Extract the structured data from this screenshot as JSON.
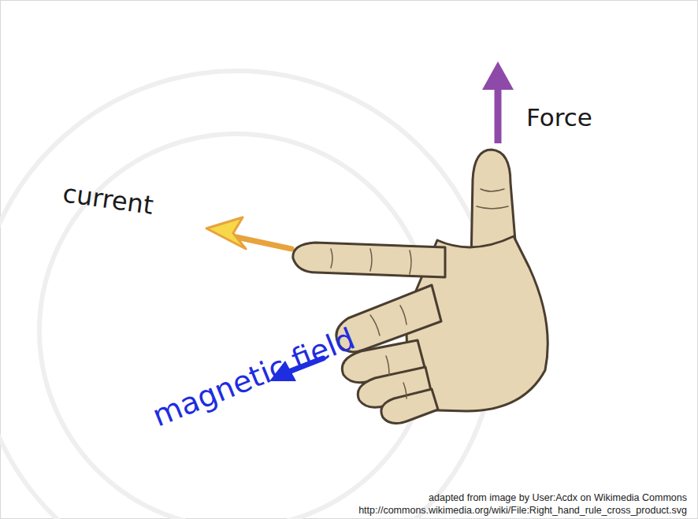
{
  "diagram": {
    "labels": [
      "Force",
      "current",
      "magnetic field",
      "adapted from image by User:Acdx on Wikimedia Commons",
      "http://commons.wikimedia.org/wiki/File:Right_hand_rule_cross_product.svg"
    ]
  }
}
